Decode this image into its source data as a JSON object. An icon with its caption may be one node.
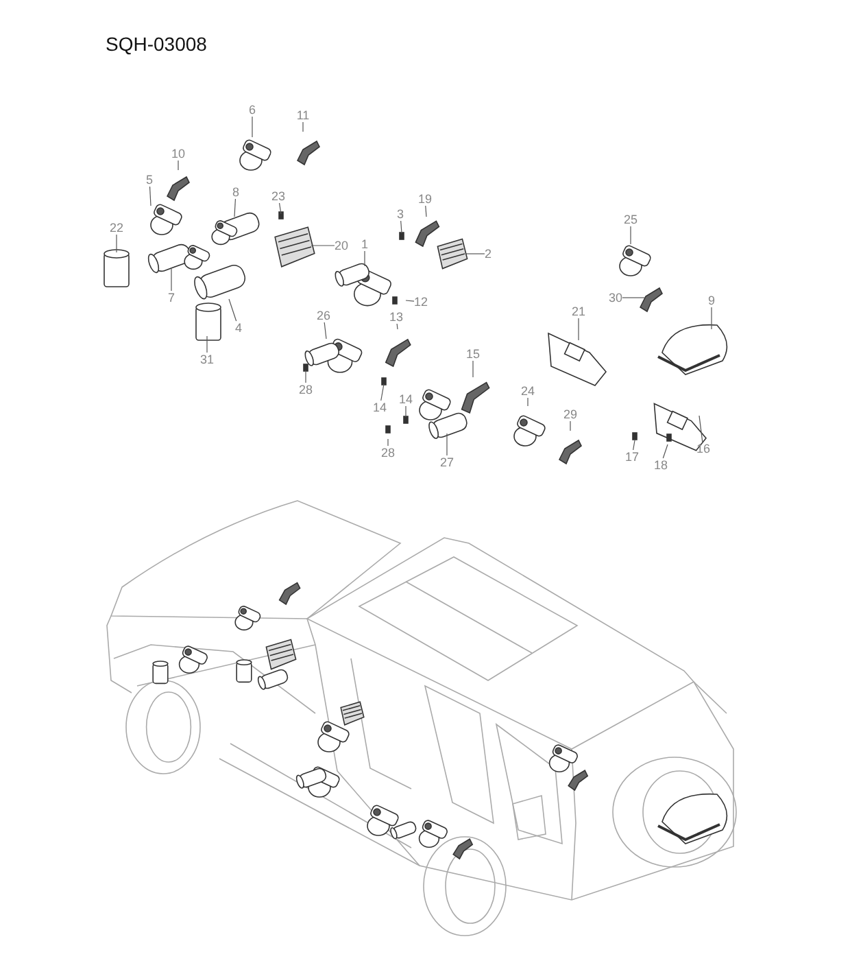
{
  "diagram": {
    "title": "SQH-03008",
    "nodes": [
      {
        "text": [
          "6"
        ]
      },
      {
        "text": [
          "11"
        ]
      },
      {
        "text": [
          "10"
        ]
      },
      {
        "text": [
          "5"
        ]
      },
      {
        "text": [
          "8"
        ]
      },
      {
        "text": [
          "23"
        ]
      },
      {
        "text": [
          "22"
        ]
      },
      {
        "text": [
          "19"
        ]
      },
      {
        "text": [
          "3"
        ]
      },
      {
        "text": [
          "1"
        ]
      },
      {
        "text": [
          "20"
        ]
      },
      {
        "text": [
          "2"
        ]
      },
      {
        "text": [
          "25"
        ]
      },
      {
        "text": [
          "7"
        ]
      },
      {
        "text": [
          "12"
        ]
      },
      {
        "text": [
          "30"
        ]
      },
      {
        "text": [
          "9"
        ]
      },
      {
        "text": [
          "21"
        ]
      },
      {
        "text": [
          "26"
        ]
      },
      {
        "text": [
          "13"
        ]
      },
      {
        "text": [
          "4"
        ]
      },
      {
        "text": [
          "15"
        ]
      },
      {
        "text": [
          "31"
        ]
      },
      {
        "text": [
          "28"
        ]
      },
      {
        "text": [
          "24"
        ]
      },
      {
        "text": [
          "14"
        ]
      },
      {
        "text": [
          "14"
        ]
      },
      {
        "text": [
          "29"
        ]
      },
      {
        "text": [
          "16"
        ]
      },
      {
        "text": [
          "28"
        ]
      },
      {
        "text": [
          "17"
        ]
      },
      {
        "text": [
          "27"
        ]
      },
      {
        "text": [
          "18"
        ]
      }
    ],
    "edges": [
      {
        "from": 0,
        "to": null,
        "arrow": "none"
      },
      {
        "from": 1,
        "to": null,
        "arrow": "none"
      },
      {
        "from": 2,
        "to": null,
        "arrow": "none"
      },
      {
        "from": 3,
        "to": null,
        "arrow": "none"
      },
      {
        "from": 4,
        "to": null,
        "arrow": "none"
      },
      {
        "from": 5,
        "to": null,
        "arrow": "none"
      },
      {
        "from": 6,
        "to": null,
        "arrow": "none"
      },
      {
        "from": 7,
        "to": null,
        "arrow": "none"
      },
      {
        "from": 8,
        "to": null,
        "arrow": "none"
      },
      {
        "from": 9,
        "to": null,
        "arrow": "none"
      },
      {
        "from": 10,
        "to": null,
        "arrow": "none"
      },
      {
        "from": 11,
        "to": null,
        "arrow": "none"
      },
      {
        "from": 12,
        "to": null,
        "arrow": "none"
      },
      {
        "from": 13,
        "to": null,
        "arrow": "none"
      },
      {
        "from": 14,
        "to": null,
        "arrow": "none"
      },
      {
        "from": 15,
        "to": null,
        "arrow": "none"
      },
      {
        "from": 16,
        "to": null,
        "arrow": "none"
      },
      {
        "from": 17,
        "to": null,
        "arrow": "none"
      },
      {
        "from": 18,
        "to": null,
        "arrow": "none"
      },
      {
        "from": 19,
        "to": null,
        "arrow": "none"
      },
      {
        "from": 20,
        "to": null,
        "arrow": "none"
      },
      {
        "from": 21,
        "to": null,
        "arrow": "none"
      },
      {
        "from": 22,
        "to": null,
        "arrow": "none"
      },
      {
        "from": 23,
        "to": null,
        "arrow": "none"
      },
      {
        "from": 24,
        "to": null,
        "arrow": "none"
      },
      {
        "from": 25,
        "to": null,
        "arrow": "none"
      },
      {
        "from": 26,
        "to": null,
        "arrow": "none"
      },
      {
        "from": 27,
        "to": null,
        "arrow": "none"
      },
      {
        "from": 28,
        "to": null,
        "arrow": "none"
      },
      {
        "from": 29,
        "to": null,
        "arrow": "none"
      },
      {
        "from": 30,
        "to": null,
        "arrow": "none"
      },
      {
        "from": 31,
        "to": null,
        "arrow": "none"
      },
      {
        "from": 32,
        "to": null,
        "arrow": "none"
      }
    ]
  }
}
